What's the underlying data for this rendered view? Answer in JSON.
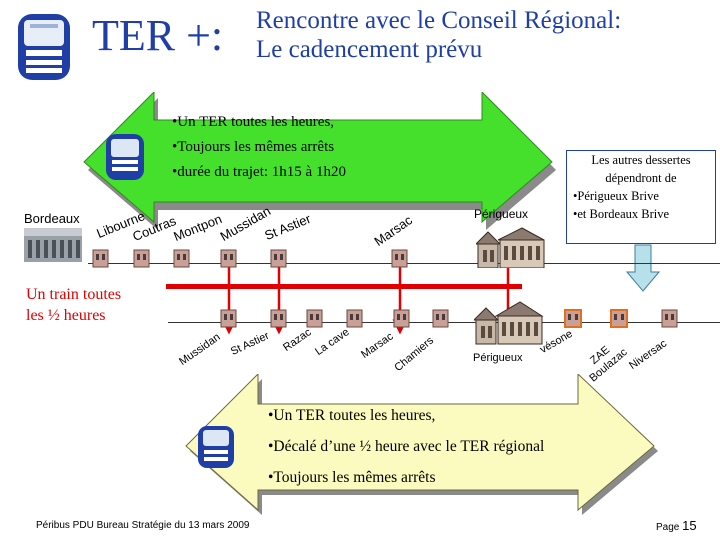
{
  "header": {
    "title": "TER +:",
    "subtitle_line1": "Rencontre avec le Conseil Régional:",
    "subtitle_line2": "Le cadencement prévu"
  },
  "top_box": {
    "bullets": [
      "•Un TER toutes les heures,",
      "•Toujours les mêmes arrêts",
      "•durée du trajet: 1h15 à 1h20"
    ]
  },
  "note": {
    "line1": "Les autres dessertes",
    "line2": "dépendront de",
    "items": [
      "•Périgueux Brive",
      "•et Bordeaux Brive"
    ]
  },
  "upper_line": {
    "stations": [
      "Bordeaux",
      "Libourne",
      "Coutras",
      "Montpon",
      "Mussidan",
      "St Astier",
      "Marsac",
      "Périgueux"
    ]
  },
  "lower_line": {
    "stations": [
      "Mussidan",
      "St Astier",
      "Razac",
      "La cave",
      "Marsac",
      "Chamiers",
      "Périgueux",
      "vésone",
      "ZAE Boulazac",
      "Niversac"
    ]
  },
  "red_note": {
    "line1": "Un train toutes",
    "line2": "les ½ heures"
  },
  "bottom_box": {
    "bullets": [
      "•Un TER toutes les heures,",
      "•Décalé d’une ½ heure avec le TER régional",
      "•Toujours les mêmes arrêts"
    ]
  },
  "footer": {
    "left": "Péribus PDU Bureau Stratégie du 13 mars 2009",
    "page_label": "Page",
    "page_number": "15"
  },
  "colors": {
    "title_blue": "#1f3fa6",
    "arrow_green": "#44e02c",
    "arrow_yellow": "#fbfbbf",
    "red": "#e00000",
    "down_arrow": "#b8e0ea"
  }
}
